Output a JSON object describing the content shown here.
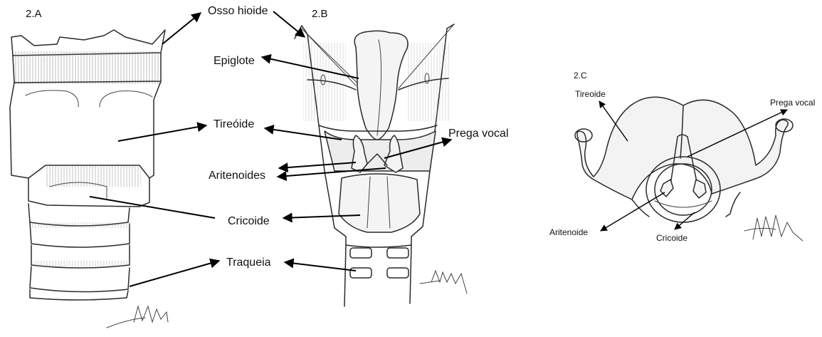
{
  "panels": [
    {
      "id": "A",
      "title": "2.A",
      "labels": {
        "hyoid": "Osso hioide",
        "thyroid": "Tireóide",
        "cricoid": "Cricoide",
        "trachea": "Traqueia"
      }
    },
    {
      "id": "B",
      "title": "2.B",
      "labels": {
        "epiglottis": "Epiglote",
        "thyroid": "Tireóide",
        "vocal_fold": "Prega vocal",
        "arytenoids": "Aritenoides",
        "cricoid": "Cricoide",
        "trachea": "Traqueia"
      }
    },
    {
      "id": "C",
      "title": "2.C",
      "labels": {
        "thyroid": "Tireoide",
        "vocal_fold": "Prega vocal",
        "arytenoid": "Aritenoide",
        "cricoid": "Cricoide"
      }
    }
  ]
}
